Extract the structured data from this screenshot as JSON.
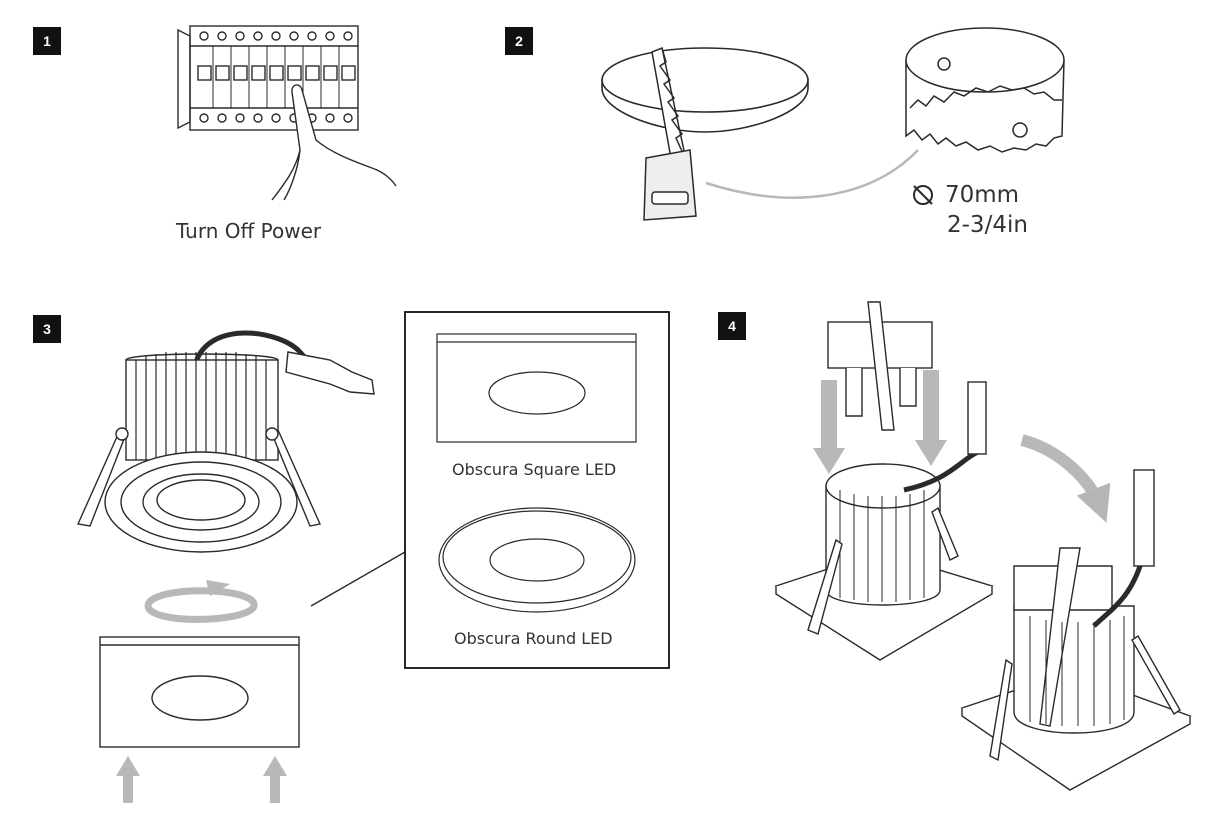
{
  "steps": [
    {
      "number": "1",
      "caption": "Turn Off Power"
    },
    {
      "number": "2",
      "diameter_mm": "70mm",
      "diameter_in": "2-3/4in"
    },
    {
      "number": "3",
      "options": [
        "Obscura Square LED",
        "Obscura Round LED"
      ]
    },
    {
      "number": "4"
    }
  ],
  "colors": {
    "line": "#2a2a2a",
    "arrow": "#b5b5b5",
    "badge": "#111111"
  },
  "icons": [
    "breaker-panel-icon",
    "hand-icon",
    "saw-icon",
    "hole-saw-icon",
    "diameter-icon",
    "downlight-icon",
    "trim-icon",
    "rotate-arrow-icon",
    "up-arrow-icon",
    "down-arrow-icon",
    "curved-arrow-icon"
  ]
}
